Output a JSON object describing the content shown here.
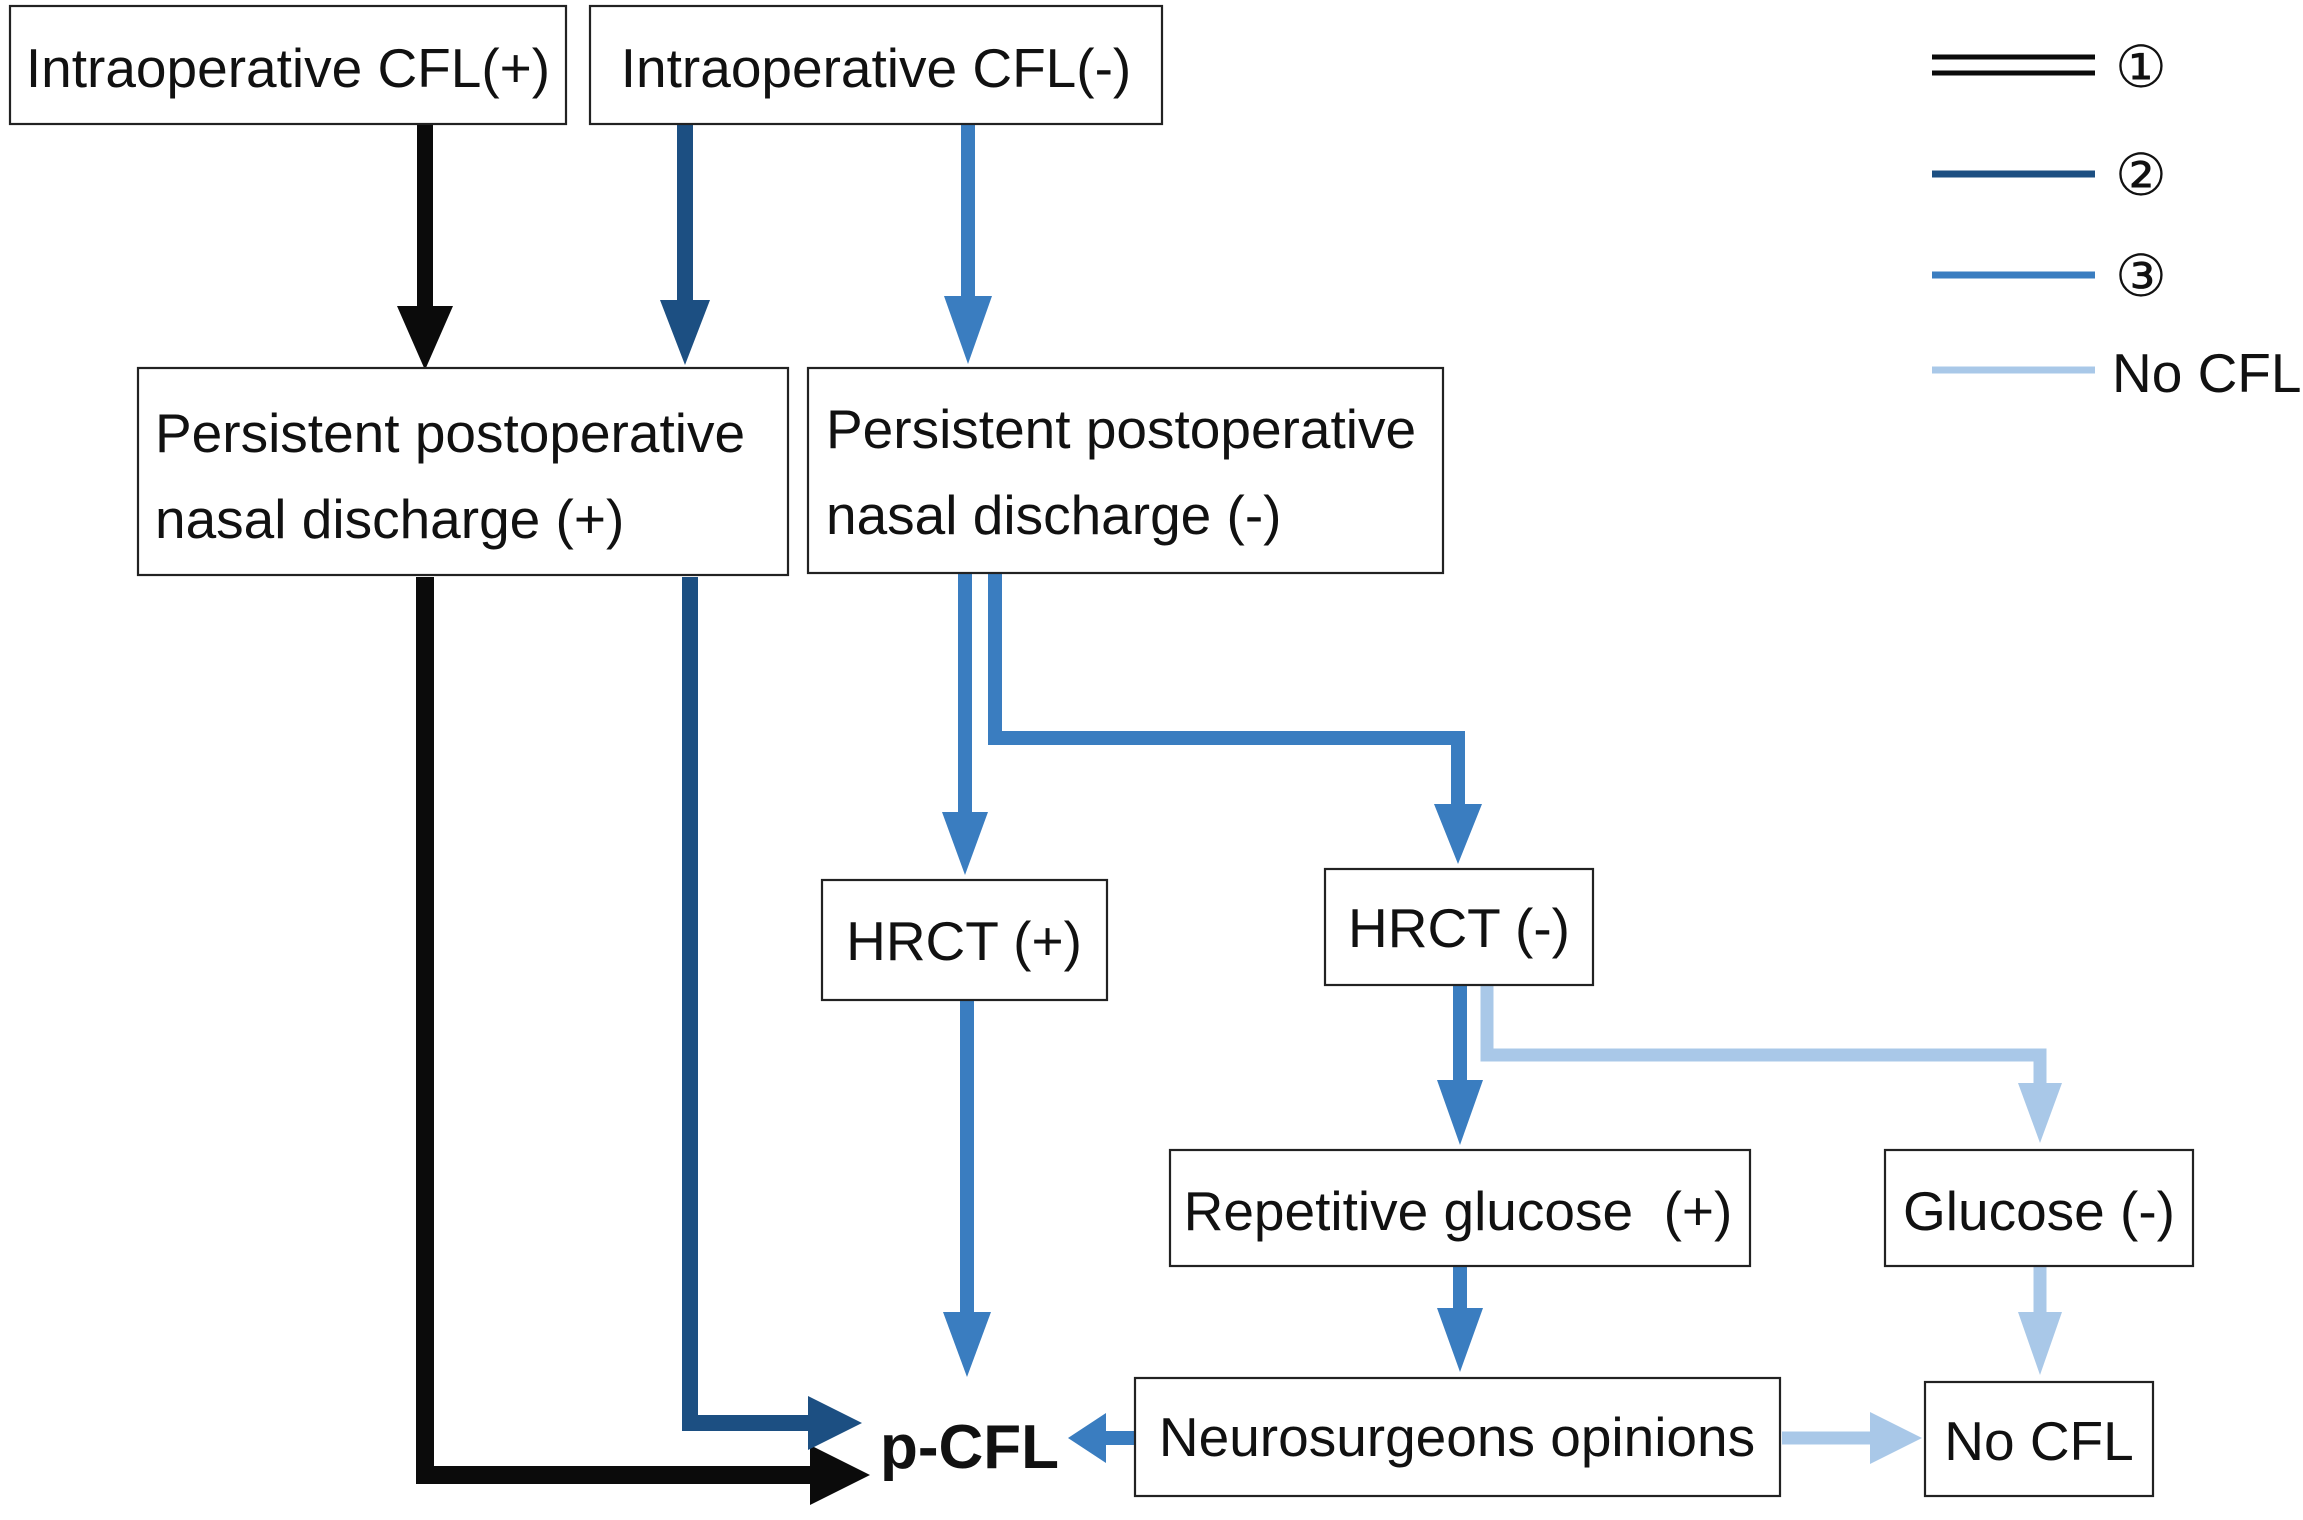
{
  "colors": {
    "path1": "#0b0b0b",
    "path2": "#1c4f82",
    "path3": "#3a7dc0",
    "nocfl": "#a9c8e8",
    "border": "#222222",
    "text": "#111111"
  },
  "legend": {
    "item1": "①",
    "item2": "②",
    "item3": "③",
    "item4": "No CFL"
  },
  "nodes": {
    "intraop_pos": "Intraoperative CFL(+)",
    "intraop_neg": "Intraoperative CFL(-)",
    "discharge_pos_l1": "Persistent postoperative",
    "discharge_pos_l2": "nasal discharge (+)",
    "discharge_neg_l1": "Persistent postoperative",
    "discharge_neg_l2": "nasal discharge (-)",
    "hrct_pos": "HRCT (+)",
    "hrct_neg": "HRCT (-)",
    "glucose_pos": "Repetitive glucose  (+)",
    "glucose_neg": "Glucose (-)",
    "neuro": "Neurosurgeons opinions",
    "pcfl": "p-CFL",
    "nocfl": "No CFL"
  }
}
